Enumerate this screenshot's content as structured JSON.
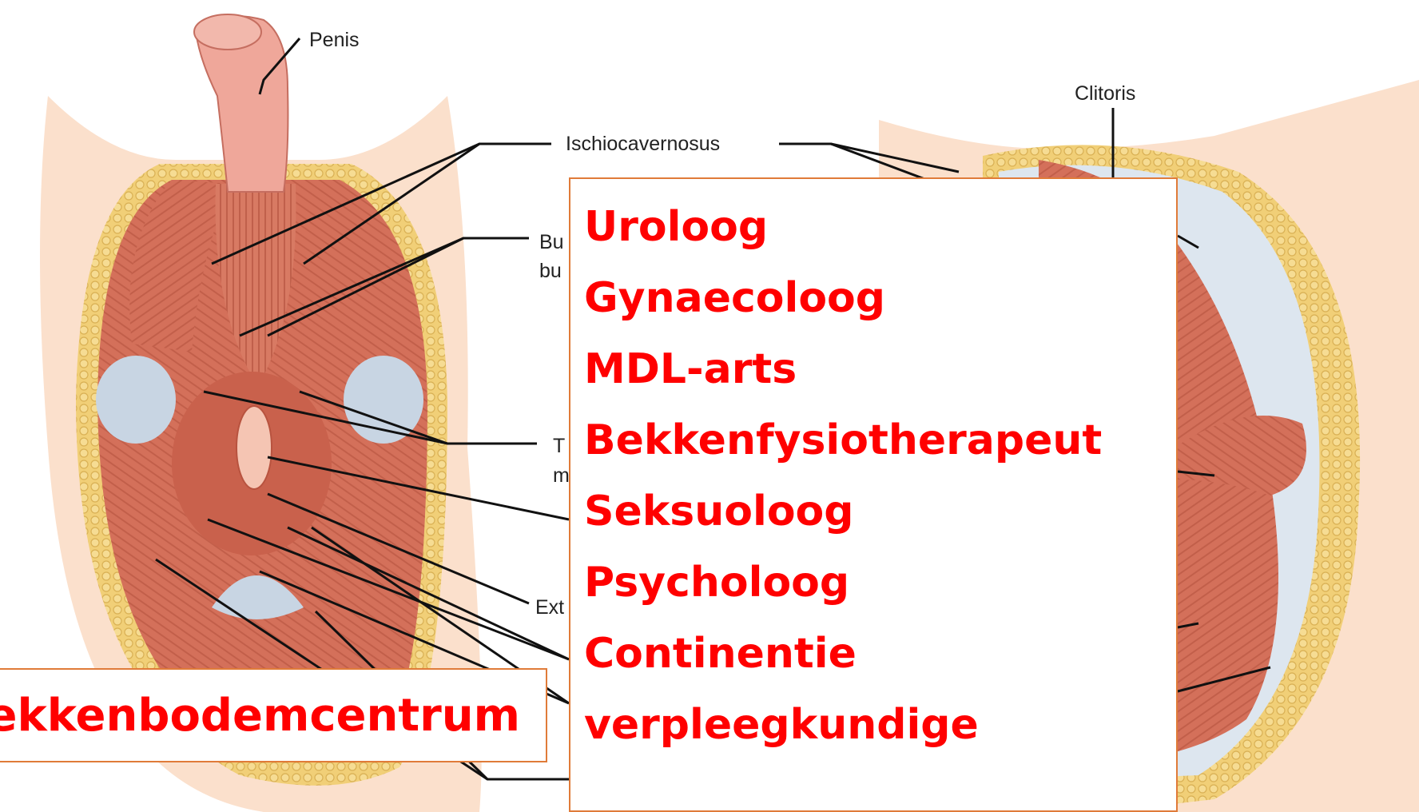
{
  "anatomy": {
    "labels": {
      "penis": "Penis",
      "clitoris": "Clitoris",
      "ischiocavernosus": "Ischiocavernosus",
      "bulbospongiosus_partial_line1": "Bu",
      "bulbospongiosus_partial_line2": "bu",
      "transverse_partial_line1": "T",
      "transverse_partial_line2": "m",
      "external_partial": "Ext"
    },
    "colors": {
      "skin": "#fbe0cc",
      "muscle": "#d4705a",
      "muscle_dark": "#b8533f",
      "fat": "#f1cf77",
      "fascia": "#c8d5e3",
      "anus": "#f5c5b3"
    }
  },
  "specialists": {
    "items": [
      "Uroloog",
      "Gynaecoloog",
      "MDL-arts",
      "Bekkenfysiotherapeut",
      "Seksuoloog",
      "Psycholoog",
      "Continentie",
      "verpleegkundige"
    ]
  },
  "center": {
    "title": "Bekkenbodemcentrum"
  },
  "colors": {
    "text_accent": "#ff0000",
    "box_border": "#e07b39"
  }
}
